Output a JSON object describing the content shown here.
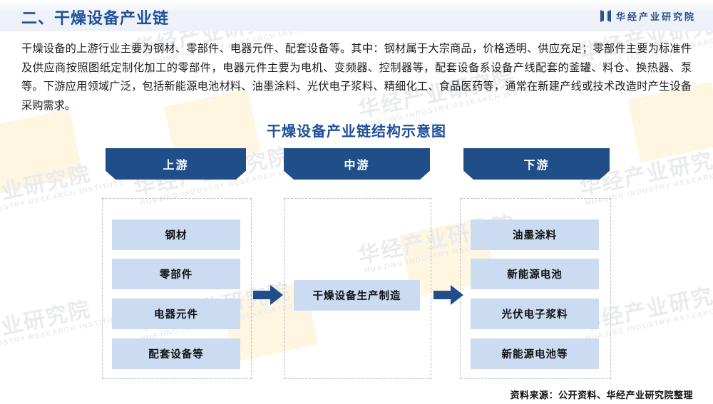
{
  "header": {
    "title": "二、干燥设备产业链",
    "logo_text": "华经产业研究院",
    "logo_icon": "huajing-bracket-logo-icon"
  },
  "body_paragraph": "干燥设备的上游行业主要为钢材、零部件、电器元件、配套设备等。其中：钢材属于大宗商品，价格透明、供应充足；零部件主要为标准件及供应商按照图纸定制化加工的零部件，电器元件主要为电机、变频器、控制器等，配套设备系设备产线配套的釜罐、料仓、换热器、泵等。下游应用领域广泛，包括新能源电池材料、油墨涂料、光伏电子浆料、精细化工、食品医药等，通常在新建产线或技术改造时产生设备采购需求。",
  "chart_data": {
    "type": "diagram",
    "title": "干燥设备产业链结构示意图",
    "stages": [
      {
        "banner": "上游",
        "nodes": [
          "钢材",
          "零部件",
          "电器元件",
          "配套设备等"
        ]
      },
      {
        "banner": "中游",
        "nodes": [
          "干燥设备生产制造"
        ]
      },
      {
        "banner": "下游",
        "nodes": [
          "油墨涂料",
          "新能源电池",
          "光伏电子浆料",
          "新能源电池等"
        ]
      }
    ],
    "connectors": [
      "右箭头",
      "右箭头"
    ],
    "colors": {
      "banner": "#1f4e89",
      "node": "#cbdcf2",
      "arrow": "#1f4e89",
      "title": "#1f5099",
      "dashed_border": "#b9bcc0"
    }
  },
  "source_note": "资料来源：公开资料、华经产业研究院整理",
  "watermark": {
    "cn": "华经产业研究院",
    "en": "HUAJING INDUSTRY RESEARCH INSTITUTE"
  }
}
